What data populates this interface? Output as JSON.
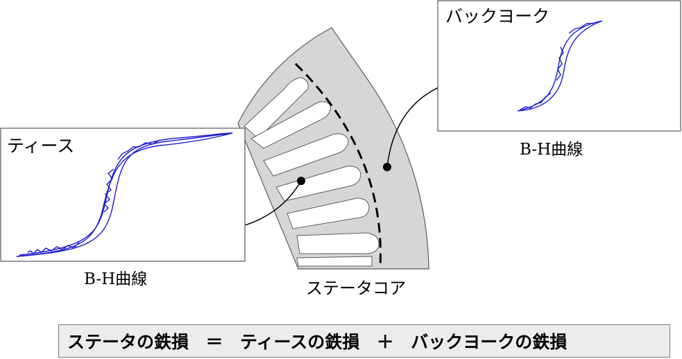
{
  "labels": {
    "teeth": "ティース",
    "back_yoke": "バックヨーク",
    "stator_core": "ステータコア",
    "bh_curve_left": "B-H曲線",
    "bh_curve_right": "B-H曲線"
  },
  "equation": {
    "term1": "ステータの鉄損",
    "equals": "＝",
    "term2": "ティースの鉄損",
    "plus": "＋",
    "term3": "バックヨークの鉄損"
  },
  "colors": {
    "core_fill": "#d6d6d6",
    "core_stroke": "#5a5a5a",
    "curve": "#1a1acc",
    "equation_bg": "#ececec"
  }
}
